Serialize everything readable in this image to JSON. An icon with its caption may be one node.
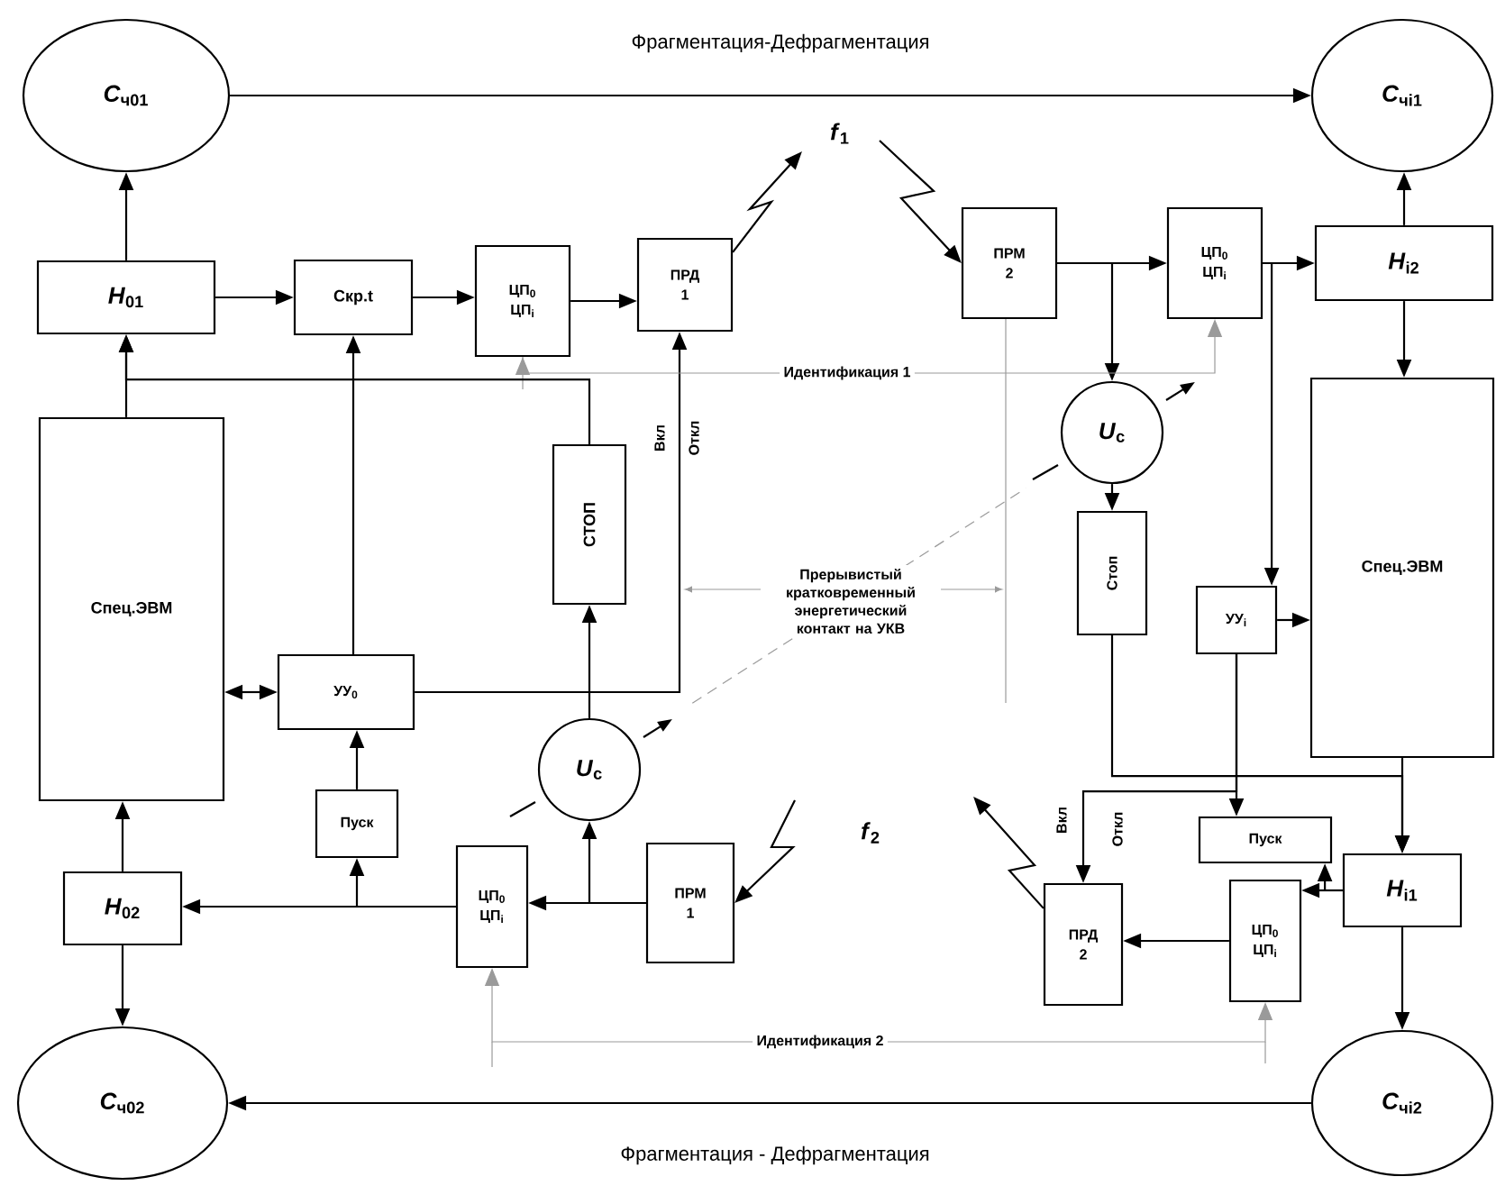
{
  "diagram": {
    "nodes": [
      {
        "text": [
          "*C*$_{ч01}$"
        ]
      },
      {
        "text": [
          "*C*$_{чi1}$"
        ]
      },
      {
        "text": [
          "*H*$_{01}$"
        ]
      },
      {
        "text": [
          "Скр.t"
        ]
      },
      {
        "text": [
          "ЦП$_{0}$",
          "ЦП$_{i}$"
        ]
      },
      {
        "text": [
          "ПРД",
          "1"
        ]
      },
      {
        "text": [
          "ПРМ",
          "2"
        ]
      },
      {
        "text": [
          "ЦП$_{0}$",
          "ЦП$_{i}$"
        ]
      },
      {
        "text": [
          "*H*$_{i2}$"
        ]
      },
      {
        "text": [
          "Спец.ЭВМ"
        ]
      },
      {
        "text": [
          "СТОП"
        ]
      },
      {
        "text": [
          "*U*$_{c}$"
        ]
      },
      {
        "text": [
          "Стоп"
        ]
      },
      {
        "text": [
          "Спец.ЭВМ"
        ]
      },
      {
        "text": [
          "УУ$_{0}$"
        ]
      },
      {
        "text": [
          "УУ$_{i}$"
        ]
      },
      {
        "text": [
          "*U*$_{c}$"
        ]
      },
      {
        "text": [
          "Пуск"
        ]
      },
      {
        "text": [
          "*H*$_{02}$"
        ]
      },
      {
        "text": [
          "ЦП$_{0}$",
          "ЦП$_{i}$"
        ]
      },
      {
        "text": [
          "ПРМ",
          "1"
        ]
      },
      {
        "text": [
          "Пуск"
        ]
      },
      {
        "text": [
          "*H*$_{i1}$"
        ]
      },
      {
        "text": [
          "ПРД",
          "2"
        ]
      },
      {
        "text": [
          "ЦП$_{0}$",
          "ЦП$_{i}$"
        ]
      },
      {
        "text": [
          "*C*$_{ч02}$"
        ]
      },
      {
        "text": [
          "*C*$_{чi2}$"
        ]
      },
      {
        "text": [
          "Идентификация 1"
        ]
      },
      {
        "text": [
          "Идентификация 2"
        ]
      }
    ],
    "edges": [
      {
        "from": 0,
        "to": 1,
        "arrow": "to",
        "label": "Фрагментация-Дефрагментация"
      },
      {
        "from": 26,
        "to": 25,
        "arrow": "to",
        "label": "Фрагментация - Дефрагментация"
      },
      {
        "from": 2,
        "to": 0,
        "arrow": "to"
      },
      {
        "from": 2,
        "to": 3,
        "arrow": "to"
      },
      {
        "from": 3,
        "to": 4,
        "arrow": "to"
      },
      {
        "from": 4,
        "to": 5,
        "arrow": "to"
      },
      {
        "from": 5,
        "to": null,
        "arrow": "to"
      },
      {
        "from": null,
        "to": 6,
        "arrow": "to"
      },
      {
        "from": 6,
        "to": 7,
        "arrow": "to"
      },
      {
        "from": 6,
        "to": 11,
        "arrow": "to"
      },
      {
        "from": 7,
        "to": 8,
        "arrow": "to"
      },
      {
        "from": 8,
        "to": 1,
        "arrow": "to"
      },
      {
        "from": 8,
        "to": 13,
        "arrow": "to"
      },
      {
        "from": 7,
        "to": 15,
        "arrow": "to"
      },
      {
        "from": 11,
        "to": 12,
        "arrow": "to"
      },
      {
        "from": 15,
        "to": 13,
        "arrow": "to"
      },
      {
        "from": 12,
        "to": 22,
        "arrow": "to"
      },
      {
        "from": 13,
        "to": 22,
        "arrow": "to"
      },
      {
        "from": 15,
        "to": 21,
        "arrow": "to"
      },
      {
        "from": 15,
        "to": 23,
        "arrow": "to"
      },
      {
        "from": 22,
        "to": 24,
        "arrow": "to"
      },
      {
        "from": 22,
        "to": 21,
        "arrow": "to"
      },
      {
        "from": 24,
        "to": 23,
        "arrow": "to"
      },
      {
        "from": 23,
        "to": null,
        "arrow": "to"
      },
      {
        "from": null,
        "to": 20,
        "arrow": "to"
      },
      {
        "from": 22,
        "to": 26,
        "arrow": "to"
      },
      {
        "from": 20,
        "to": 19,
        "arrow": "to"
      },
      {
        "from": 20,
        "to": 16,
        "arrow": "to"
      },
      {
        "from": 19,
        "to": 18,
        "arrow": "to"
      },
      {
        "from": 19,
        "to": 17,
        "arrow": "to"
      },
      {
        "from": 17,
        "to": 14,
        "arrow": "to"
      },
      {
        "from": 18,
        "to": 9,
        "arrow": "to"
      },
      {
        "from": 18,
        "to": 25,
        "arrow": "to"
      },
      {
        "from": 9,
        "to": 14,
        "arrow": "both"
      },
      {
        "from": 9,
        "to": 2,
        "arrow": "to"
      },
      {
        "from": 14,
        "to": 3,
        "arrow": "to"
      },
      {
        "from": 16,
        "to": 10,
        "arrow": "to"
      },
      {
        "from": 10,
        "to": 2,
        "arrow": "to"
      },
      {
        "from": 14,
        "to": 5,
        "arrow": "to"
      },
      {
        "from": 16,
        "to": 11,
        "arrow": "none",
        "style": "dashed",
        "color": "#9a9a9a",
        "label": "Прерывистый кратковременный энергетический контакт на УКВ"
      },
      {
        "from": 27,
        "to": 4,
        "arrow": "to",
        "color": "#9a9a9a"
      },
      {
        "from": 27,
        "to": 7,
        "arrow": "to",
        "color": "#9a9a9a"
      },
      {
        "from": 28,
        "to": 19,
        "arrow": "to",
        "color": "#9a9a9a"
      },
      {
        "from": 28,
        "to": 24,
        "arrow": "to",
        "color": "#9a9a9a"
      }
    ],
    "labels": [
      "*f*$_{1}$",
      "Вкл",
      "Откл",
      "*f*$_{2}$",
      "Вкл",
      "Откл"
    ]
  }
}
